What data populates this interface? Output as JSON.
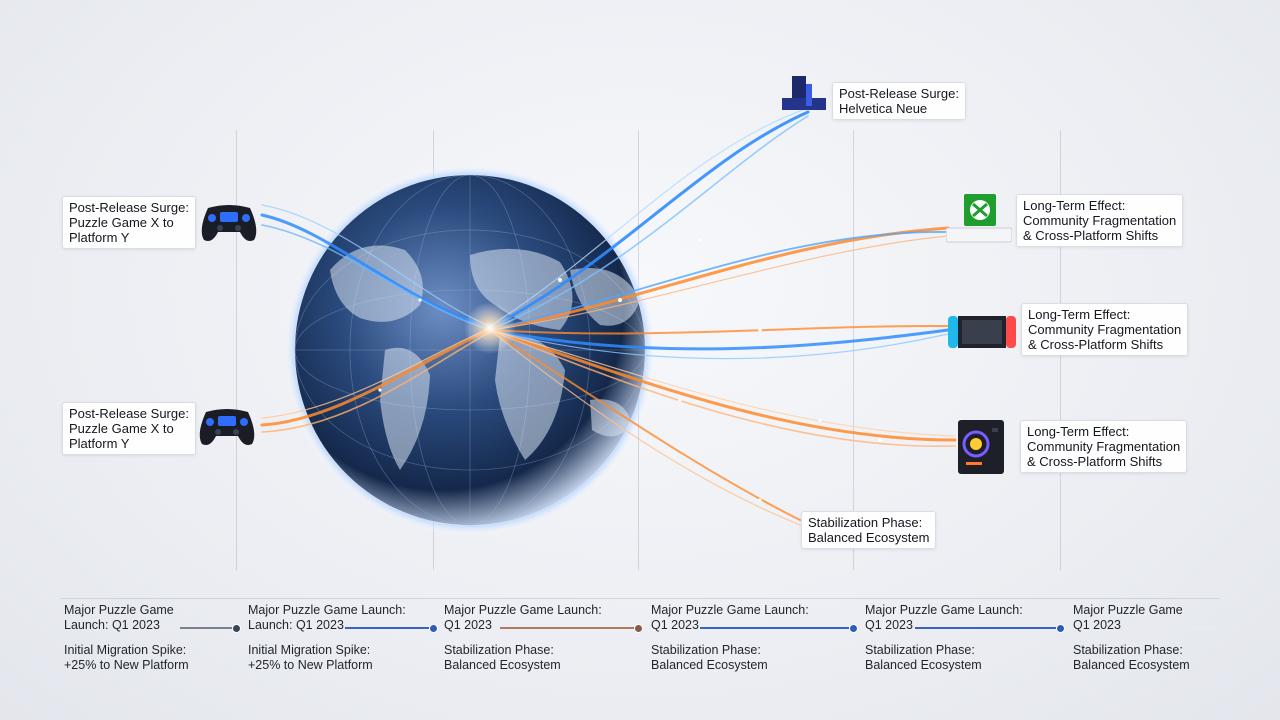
{
  "callouts": {
    "controller_top": {
      "line1": "Post-Release Surge:",
      "line2": "Puzzle Game X to",
      "line3": "Platform Y"
    },
    "controller_bottom": {
      "line1": "Post-Release Surge:",
      "line2": "Puzzle Game X to",
      "line3": "Platform Y"
    },
    "playstation": {
      "line1": "Post-Release Surge:",
      "line2": "Helvetica Neue"
    },
    "xbox": {
      "line1": "Long-Term Effect:",
      "line2": "Community Fragmentation",
      "line3": "& Cross-Platform Shifts"
    },
    "switch": {
      "line1": "Long-Term Effect:",
      "line2": "Community Fragmentation",
      "line3": "& Cross-Platform Shifts"
    },
    "pc": {
      "line1": "Long-Term Effect:",
      "line2": "Community Fragmentation",
      "line3": "& Cross-Platform Shifts"
    },
    "stabilization": {
      "line1": "Stabilization Phase:",
      "line2": "Balanced Ecosystem"
    }
  },
  "timeline": [
    {
      "title1": "Major Puzzle Game",
      "title2": "Launch: Q1 2023",
      "sub1": "Initial Migration Spike:",
      "sub2": "+25% to New Platform"
    },
    {
      "title1": "Major Puzzle Game Launch:",
      "title2": "Launch: Q1 2023",
      "sub1": "Initial Migration Spike:",
      "sub2": "+25% to New Platform"
    },
    {
      "title1": "Major Puzzle Game Launch:",
      "title2": "Q1 2023",
      "sub1": "Stabilization Phase:",
      "sub2": "Balanced Ecosystem"
    },
    {
      "title1": "Major Puzzle Game Launch:",
      "title2": "Q1 2023",
      "sub1": "Stabilization Phase:",
      "sub2": "Balanced Ecosystem"
    },
    {
      "title1": "Major Puzzle Game Launch:",
      "title2": "Q1 2023",
      "sub1": "Stabilization Phase:",
      "sub2": "Balanced Ecosystem"
    },
    {
      "title1": "Major Puzzle Game",
      "title2": "Q1 2023",
      "sub1": "Stabilization Phase:",
      "sub2": "Balanced Ecosystem"
    }
  ],
  "colors": {
    "blue_flow": "#2f8cff",
    "orange_flow": "#ff8a2a",
    "globe": "#1e3a66",
    "xbox_green": "#1f9d2f",
    "switch_red": "#ff4a4a",
    "switch_blue": "#1fb8e8"
  },
  "icons": [
    "gamepad-icon",
    "playstation-console-icon",
    "xbox-console-icon",
    "switch-console-icon",
    "pc-tower-icon",
    "globe-icon"
  ]
}
